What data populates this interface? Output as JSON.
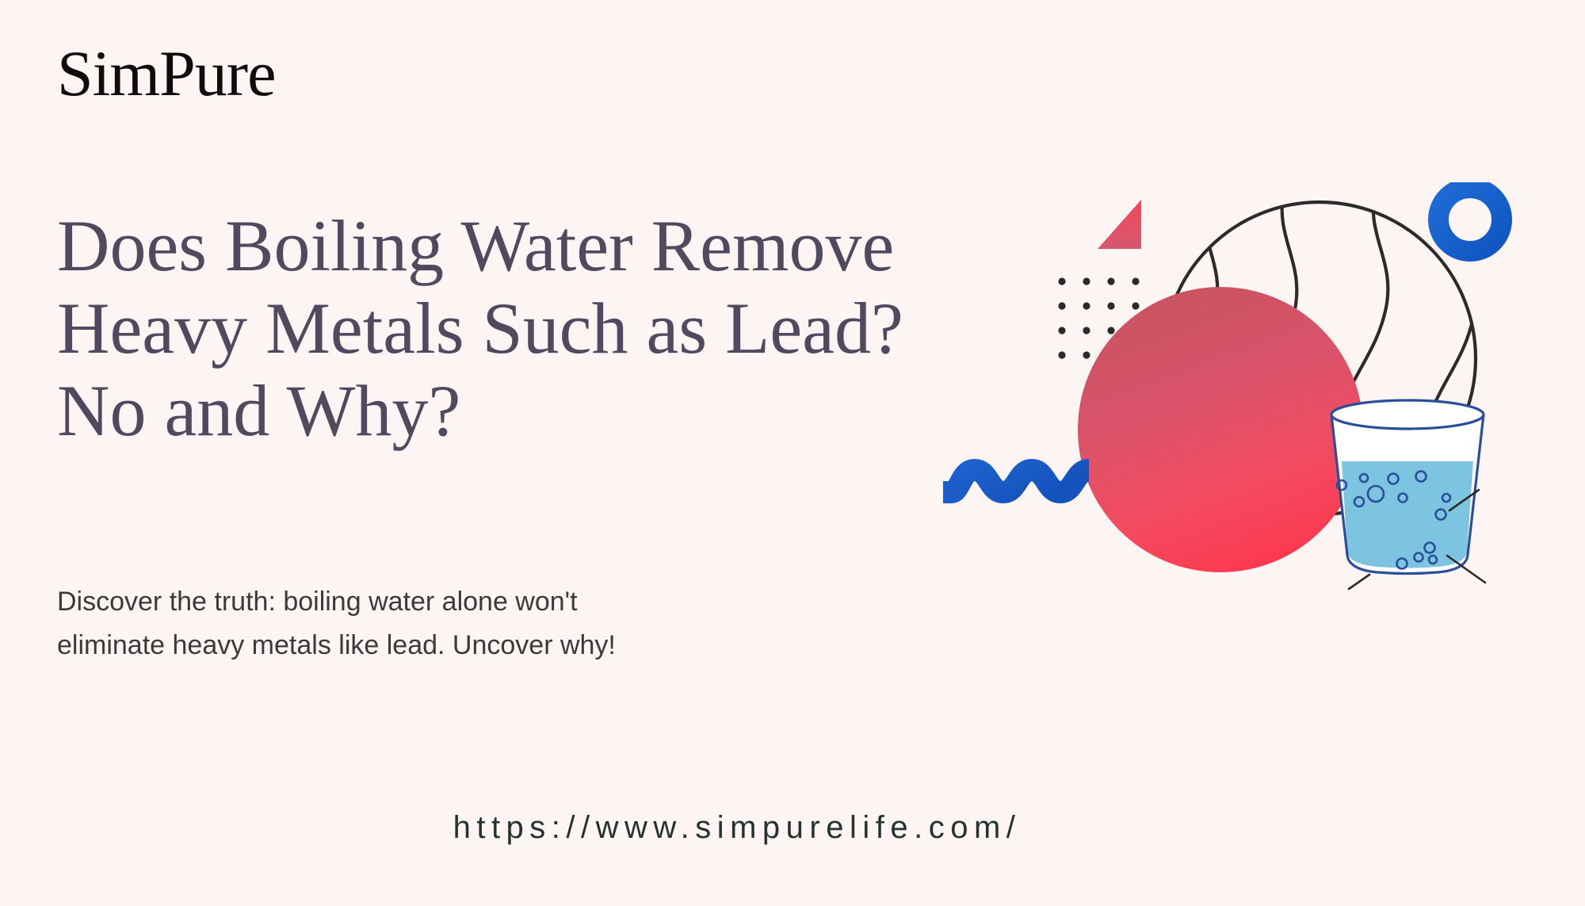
{
  "background_color": "#FDF5F4",
  "brand": {
    "name": "SimPure",
    "color": "#100C0D"
  },
  "headline": {
    "color": "#504A5E",
    "lines": [
      "Does Boiling Water Remove",
      "Heavy Metals Such as Lead?",
      "No and Why?"
    ],
    "full_text": "Does Boiling Water Remove Heavy Metals Such as Lead? No and Why?"
  },
  "subtitle": {
    "color": "#3A3A3A",
    "lines": [
      "Discover the truth: boiling water alone won't",
      "eliminate heavy metals like lead. Uncover why!"
    ],
    "full_text": "Discover the truth: boiling water alone won't eliminate heavy metals like lead. Uncover why!"
  },
  "url": {
    "text": "https://www.simpurelife.com/",
    "color": "#24332F"
  },
  "artwork": {
    "items": [
      {
        "name": "striped-circle",
        "stroke": "#2B2B2B",
        "wavy_lines": 4
      },
      {
        "name": "blue-ring",
        "color": "#1A66D0"
      },
      {
        "name": "red-triangle",
        "color_top": "#FA4A5C",
        "color_bottom": "#D9566A"
      },
      {
        "name": "dot-grid",
        "color": "#2B2B2B",
        "rows": 4,
        "cols": 4
      },
      {
        "name": "red-circle",
        "color_top": "#CC5866",
        "color_bottom": "#FB3A52"
      },
      {
        "name": "blue-wave",
        "color": "#1A5BC4",
        "humps": 3
      },
      {
        "name": "water-glass",
        "outline": "#2B4E9B",
        "water_color": "#7CC4E0",
        "bubbles": 12
      }
    ]
  }
}
